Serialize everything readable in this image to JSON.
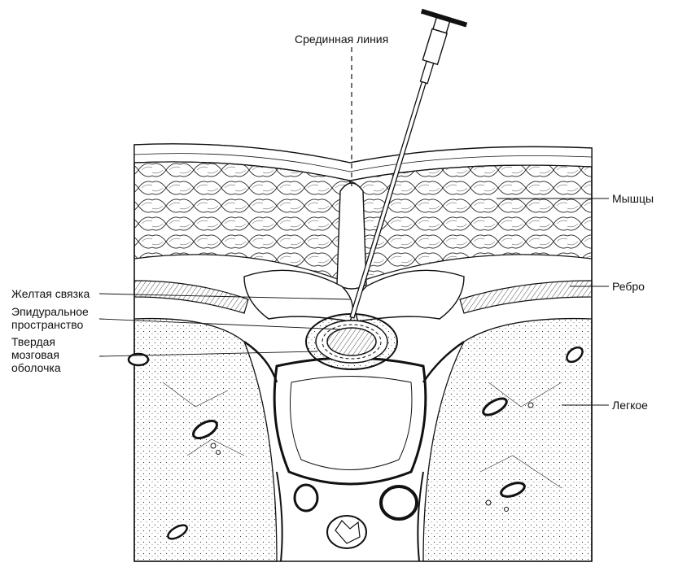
{
  "labels": {
    "midline": "Срединная линия",
    "muscles": "Мышцы",
    "rib": "Ребро",
    "lung": "Легкое",
    "ligamentum_flavum": "Желтая связка",
    "epidural_space": "Эпидуральное\nпространство",
    "dura_mater": "Твердая\nмозговая\nоболочка"
  },
  "colors": {
    "line": "#111111",
    "background": "#ffffff"
  }
}
